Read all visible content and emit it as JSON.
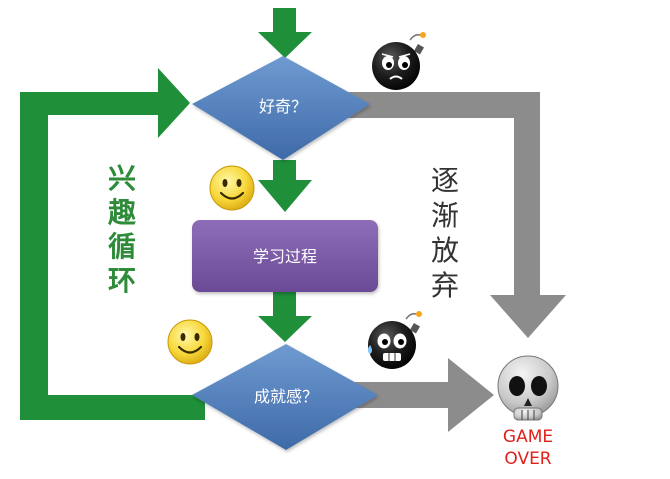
{
  "nodes": {
    "curious": "好奇？",
    "learning": "学习过程",
    "achievement": "成就感？"
  },
  "labels": {
    "interest_loop": [
      "兴",
      "趣",
      "循",
      "环"
    ],
    "give_up": [
      "逐",
      "渐",
      "放",
      "弃"
    ],
    "game_over_line1": "GAME",
    "game_over_line2": "OVER"
  },
  "icons": {
    "smiley_1": "smiley-face-icon",
    "smiley_2": "smiley-face-icon",
    "bomb_sad": "sad-bomb-icon",
    "bomb_sweat": "sweating-bomb-icon",
    "skull": "skull-icon"
  },
  "colors": {
    "green_arrow": "#1f8f3a",
    "gray_arrow": "#8c8c8c",
    "diamond_blue": "#4f7fbf",
    "process_purple": "#7b5aa6",
    "loop_text_green": "#2e8b3a",
    "give_up_text": "#333333",
    "game_over_red": "#e0201b"
  }
}
